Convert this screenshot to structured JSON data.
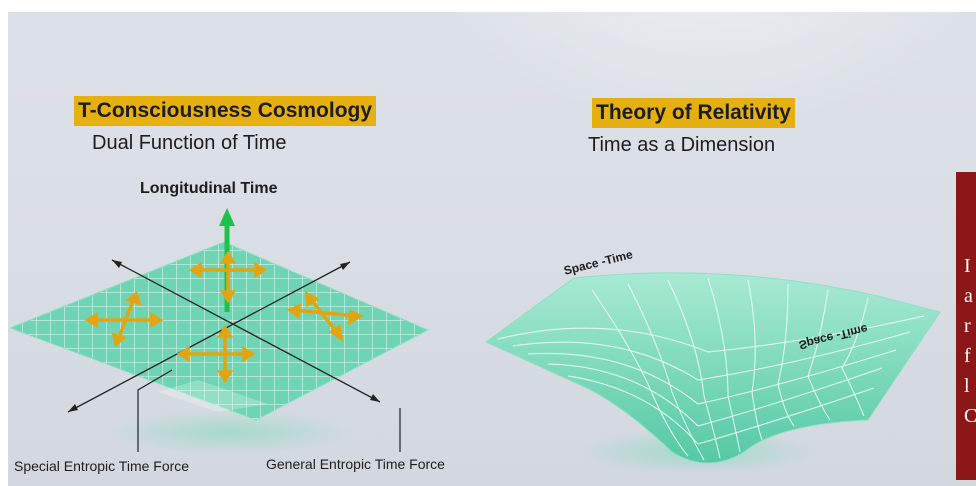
{
  "left": {
    "title": "T-Consciousness Cosmology",
    "subtitle": "Dual Function of Time",
    "axis_label": "Longitudinal Time",
    "label_special": "Special Entropic Time Force",
    "label_general": "General Entropic Time Force"
  },
  "right": {
    "title": "Theory of Relativity",
    "subtitle": "Time as a Dimension",
    "surface_label_top": "Space -Time",
    "surface_label_side": "Space -Time"
  },
  "sidebar": {
    "letters": [
      "I",
      "a",
      "r",
      "f",
      "l",
      "C"
    ]
  },
  "colors": {
    "highlight": "#e6b110",
    "grid_fill": "#6dd3b0",
    "arrow_gold": "#e2a511",
    "arrow_green": "#1ec24a",
    "sidebar_red": "#8c1717"
  }
}
